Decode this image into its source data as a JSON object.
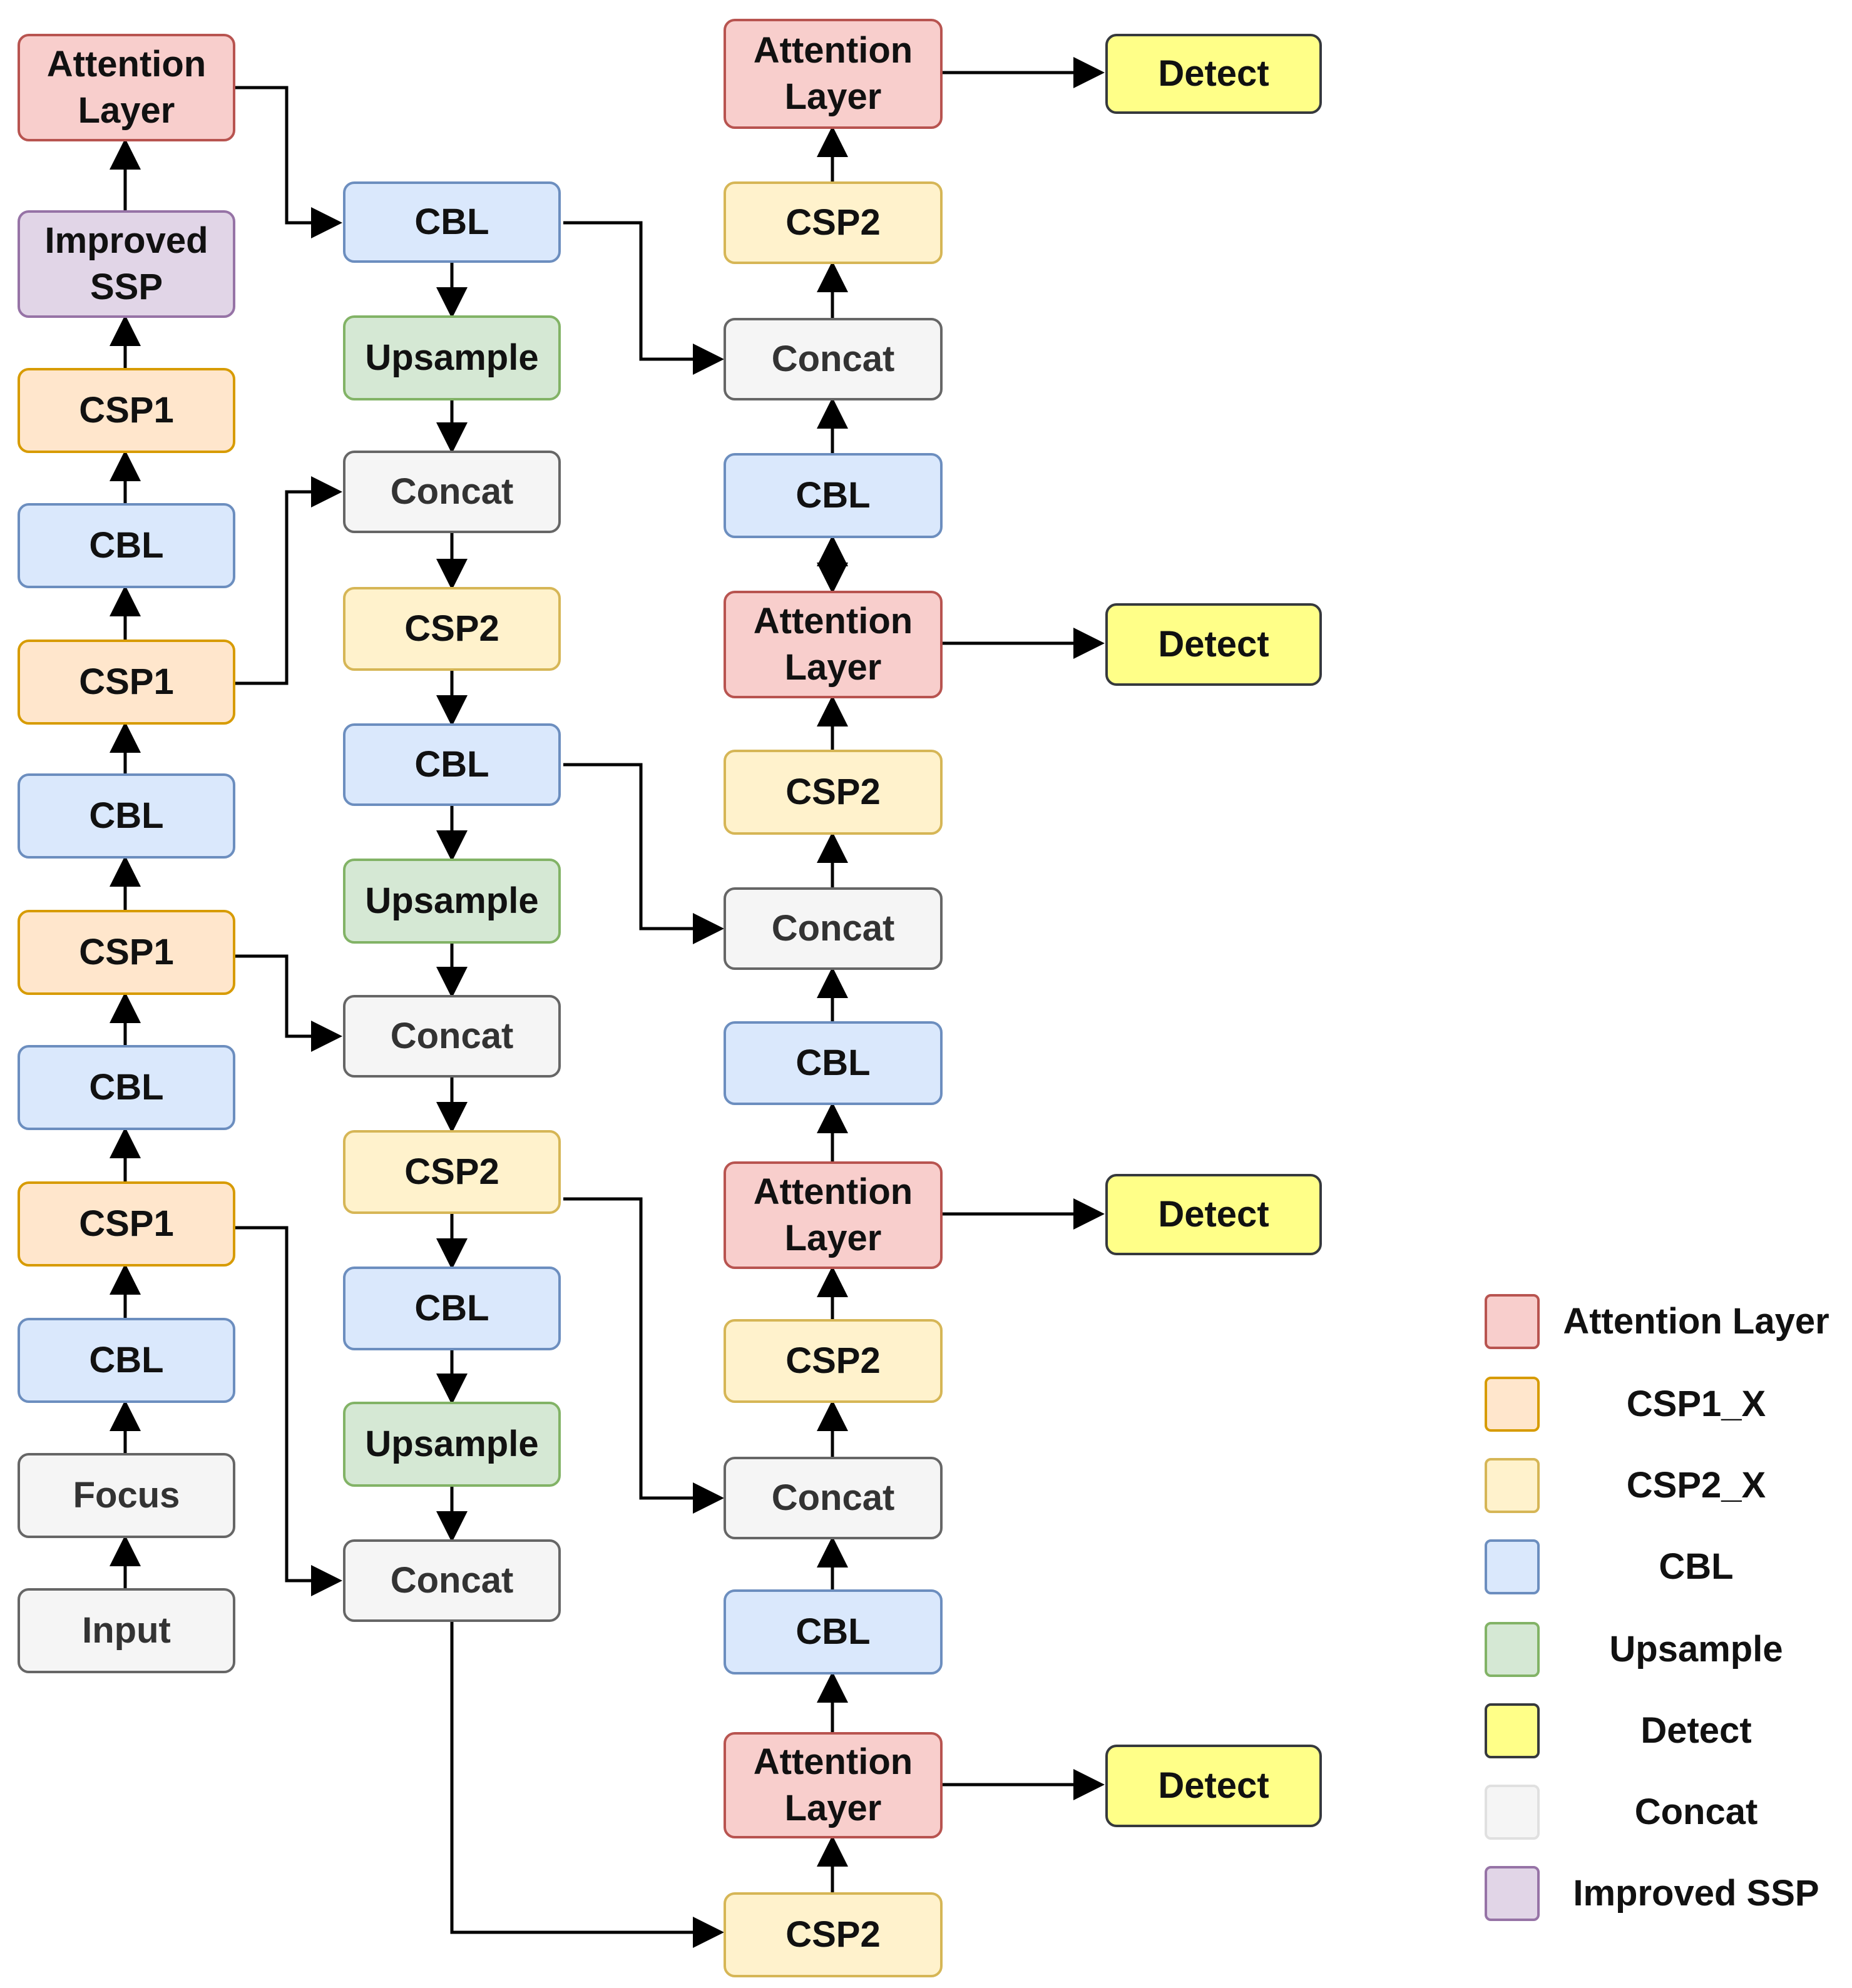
{
  "nodes": {
    "input": "Input",
    "focus": "Focus",
    "cbl_l1": "CBL",
    "csp1_a": "CSP1",
    "cbl_l2": "CBL",
    "csp1_b": "CSP1",
    "cbl_l3": "CBL",
    "csp1_c": "CSP1",
    "cbl_l4": "CBL",
    "csp1_d": "CSP1",
    "ssp": "Improved\nSSP",
    "att_top_left": "Attention\nLayer",
    "cbl_m1": "CBL",
    "up_m1": "Upsample",
    "concat_m1": "Concat",
    "csp2_m1": "CSP2",
    "cbl_m2": "CBL",
    "up_m2": "Upsample",
    "concat_m2": "Concat",
    "csp2_m2": "CSP2",
    "cbl_m3": "CBL",
    "up_m3": "Upsample",
    "concat_m3": "Concat",
    "att_r1": "Attention\nLayer",
    "csp2_r1": "CSP2",
    "concat_r1": "Concat",
    "cbl_r1": "CBL",
    "att_r2": "Attention\nLayer",
    "csp2_r2": "CSP2",
    "concat_r2": "Concat",
    "cbl_r2": "CBL",
    "att_r3": "Attention\nLayer",
    "csp2_r3": "CSP2",
    "concat_r3": "Concat",
    "cbl_r3": "CBL",
    "att_r4": "Attention\nLayer",
    "csp2_r4": "CSP2",
    "detect_1": "Detect",
    "detect_2": "Detect",
    "detect_3": "Detect",
    "detect_4": "Detect"
  },
  "legend": [
    {
      "label": "Attention Layer",
      "fill": "#f8cecc",
      "stroke": "#b85450"
    },
    {
      "label": "CSP1_X",
      "fill": "#ffe6cc",
      "stroke": "#d79b00"
    },
    {
      "label": "CSP2_X",
      "fill": "#fff2cc",
      "stroke": "#d6b656"
    },
    {
      "label": "CBL",
      "fill": "#dae8fc",
      "stroke": "#6c8ebf"
    },
    {
      "label": "Upsample",
      "fill": "#d5e8d4",
      "stroke": "#82b366"
    },
    {
      "label": "Detect",
      "fill": "#ffff88",
      "stroke": "#36393d"
    },
    {
      "label": "Concat",
      "fill": "#f5f5f5",
      "stroke": "#e0e0e0"
    },
    {
      "label": "Improved SSP",
      "fill": "#e1d5e7",
      "stroke": "#9673a6"
    }
  ]
}
